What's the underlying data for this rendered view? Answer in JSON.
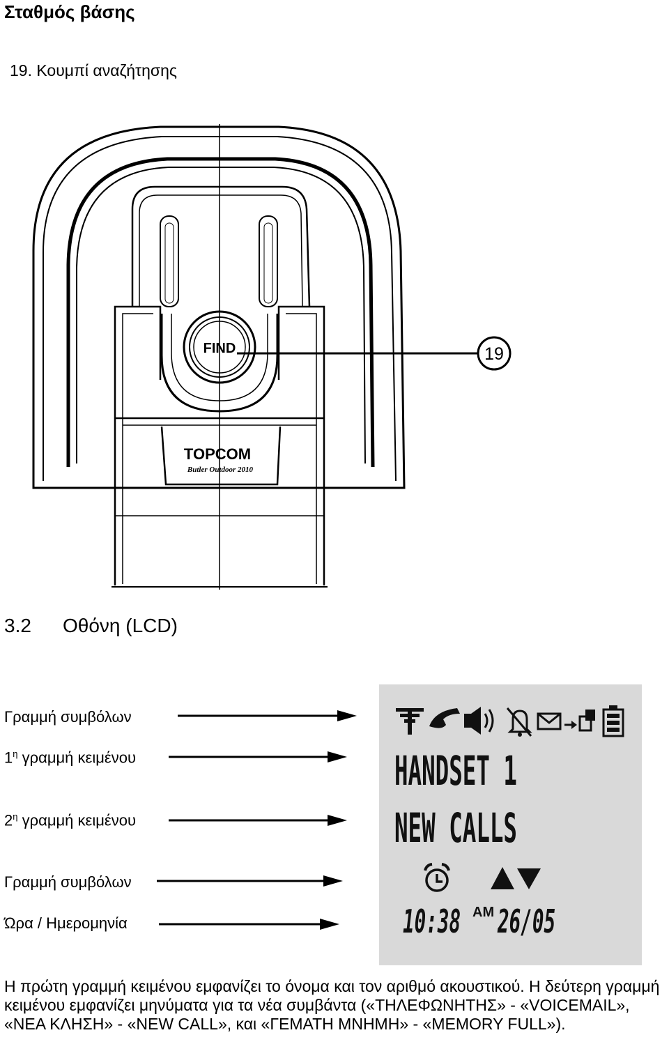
{
  "section_heading": "Σταθμός βάσης",
  "figure_caption": "19. Κουμπί αναζήτησης",
  "device": {
    "find_button_label": "FIND",
    "brand_logo": "TOPCOM",
    "model_text": "Butler Outdoor 2010",
    "callout_number": "19"
  },
  "section": {
    "number": "3.2",
    "title": "Οθόνη (LCD)"
  },
  "lcd_labels": [
    {
      "text": "Γραμμή συμβόλων"
    },
    {
      "pre": "1",
      "sup": "η",
      "post": " γραμμή κειμένου"
    },
    {
      "pre": "2",
      "sup": "η",
      "post": " γραμμή κειμένου"
    },
    {
      "text": "Γραμμή συμβόλων"
    },
    {
      "text": "Ώρα / Ημερομηνία"
    }
  ],
  "lcd_display": {
    "top_icons": [
      "antenna-icon",
      "handset-icon",
      "speaker-icon",
      "ringer-off-icon",
      "envelope-icon",
      "transfer-icon",
      "battery-icon"
    ],
    "text_line_1": "HANDSET 1",
    "text_line_2": "NEW CALLS",
    "bottom_icons": [
      "alarm-clock-icon",
      "arrow-up-icon",
      "arrow-down-icon"
    ],
    "time": "10:38",
    "ampm": "AM",
    "date": "26/05"
  },
  "paragraph": "Η πρώτη γραμμή κειμένου εμφανίζει το όνομα και τον αριθμό ακουστικού. Η δεύτερη γραμμή κειμένου εμφανίζει μηνύματα για τα νέα συμβάντα («ΤΗΛΕΦΩΝΗΤΗΣ» - «VOICEMAIL», «ΝΕΑ ΚΛΗΣΗ» - «NEW CALL», και «ΓΕΜΑΤΗ ΜΝΗΜΗ» - «MEMORY FULL»)."
}
